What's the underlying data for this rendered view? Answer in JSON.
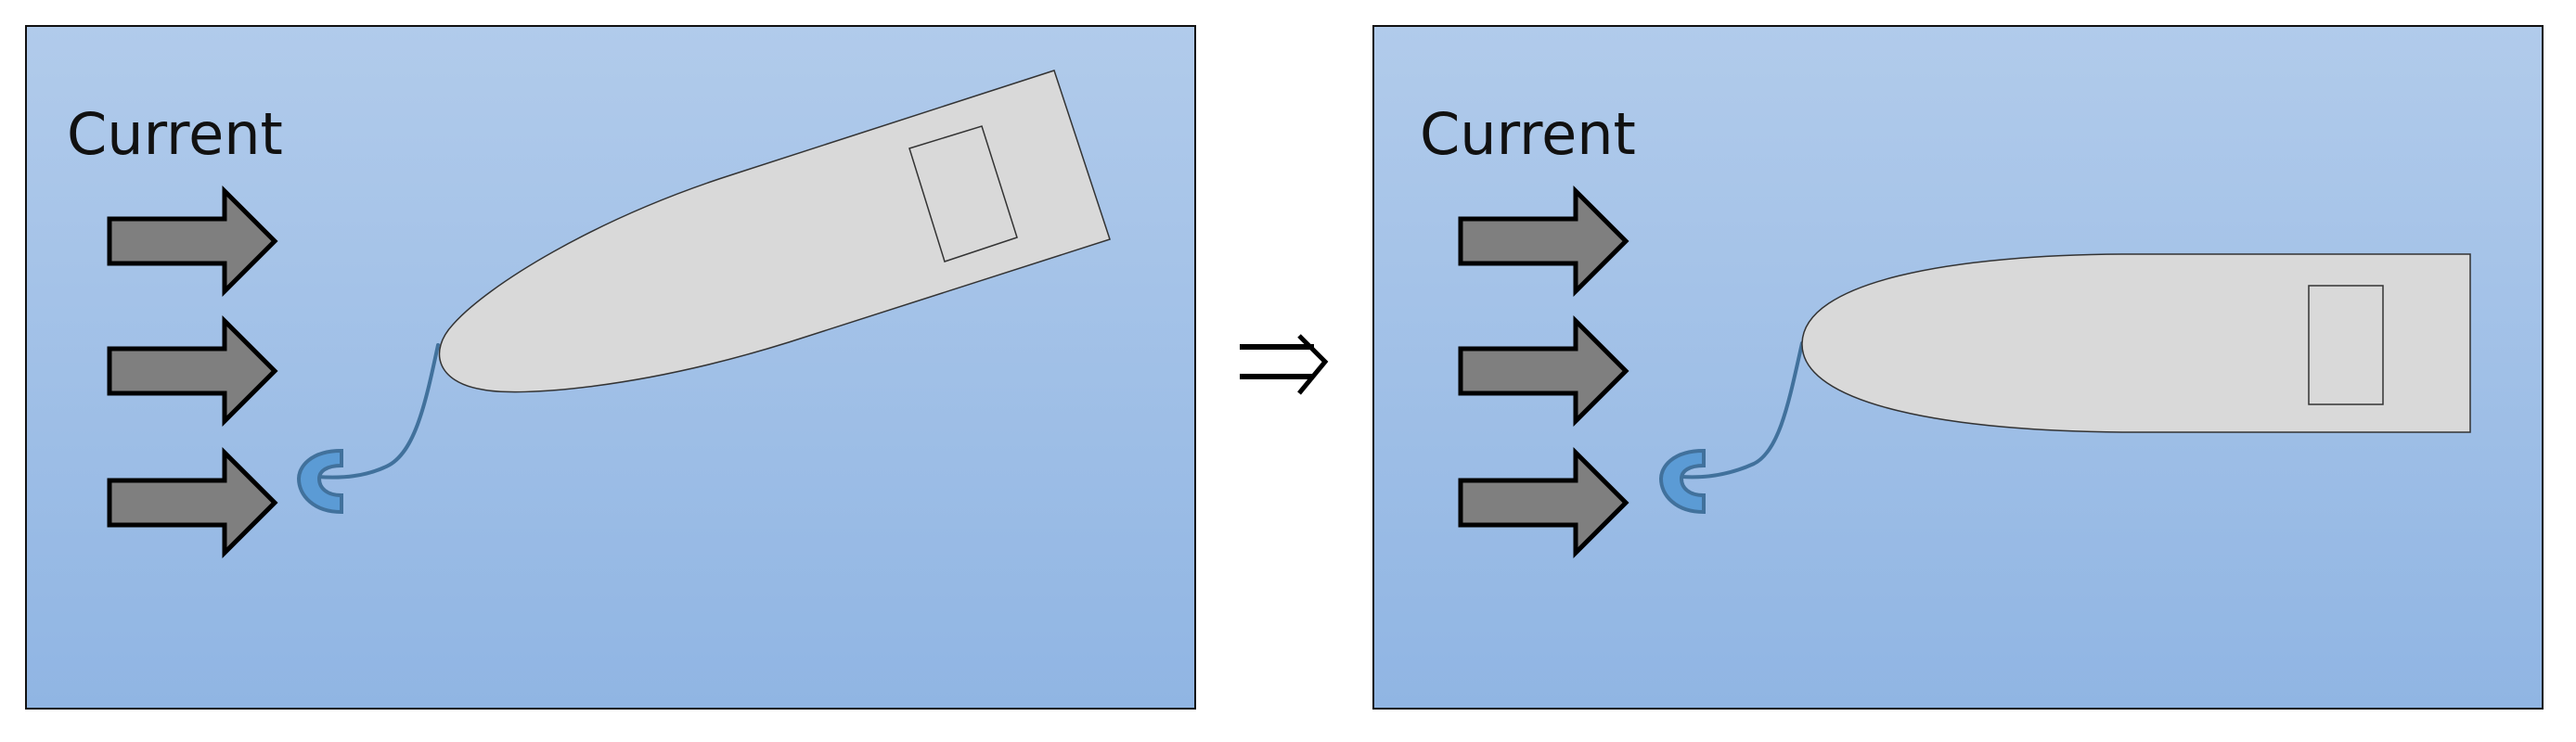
{
  "colors": {
    "water_top": "#b1cbeb",
    "water_bottom": "#90b5e3",
    "arrow_fill": "#7f7f7f",
    "arrow_outline": "#000000",
    "ship_fill": "#d9d9d9",
    "anchor_fill": "#5b9bd5",
    "anchor_outline": "#41719c",
    "mooring_line": "#41719c"
  },
  "icons": {
    "current_arrow": "right-block-arrow",
    "transition": "rightwards-double-arrow",
    "anchor": "buoy-hook"
  },
  "panels": [
    {
      "id": "before",
      "label": "Current",
      "ship_orientation": "angled"
    },
    {
      "id": "after",
      "label": "Current",
      "ship_orientation": "aligned-with-current"
    }
  ],
  "transition_symbol": "⇒"
}
